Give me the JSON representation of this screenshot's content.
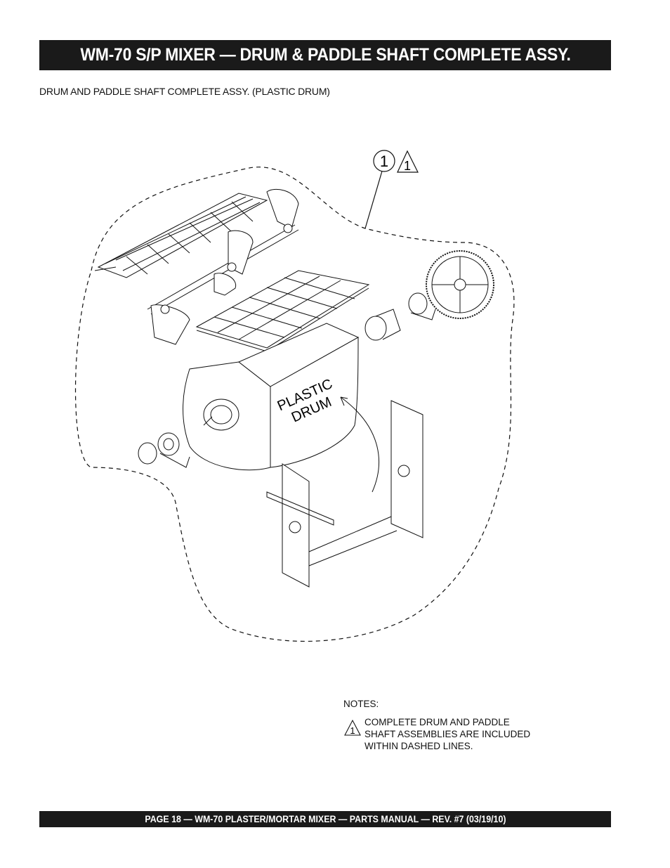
{
  "header": {
    "title": "WM-70 S/P MIXER —  DRUM & PADDLE SHAFT COMPLETE ASSY."
  },
  "subtitle": "DRUM AND PADDLE SHAFT COMPLETE ASSY.  (PLASTIC DRUM)",
  "figure": {
    "callout_number": "1",
    "callout_note_ref": "1",
    "drum_label_line1": "PLASTIC",
    "drum_label_line2": "DRUM"
  },
  "notes": {
    "heading": "NOTES:",
    "items": [
      {
        "ref": "1",
        "lines": [
          "COMPLETE DRUM AND PADDLE",
          "SHAFT ASSEMBLIES ARE INCLUDED",
          "WITHIN DASHED LINES."
        ]
      }
    ]
  },
  "footer": {
    "text": "PAGE 18 — WM-70 PLASTER/MORTAR  MIXER — PARTS MANUAL — REV. #7 (03/19/10)"
  }
}
